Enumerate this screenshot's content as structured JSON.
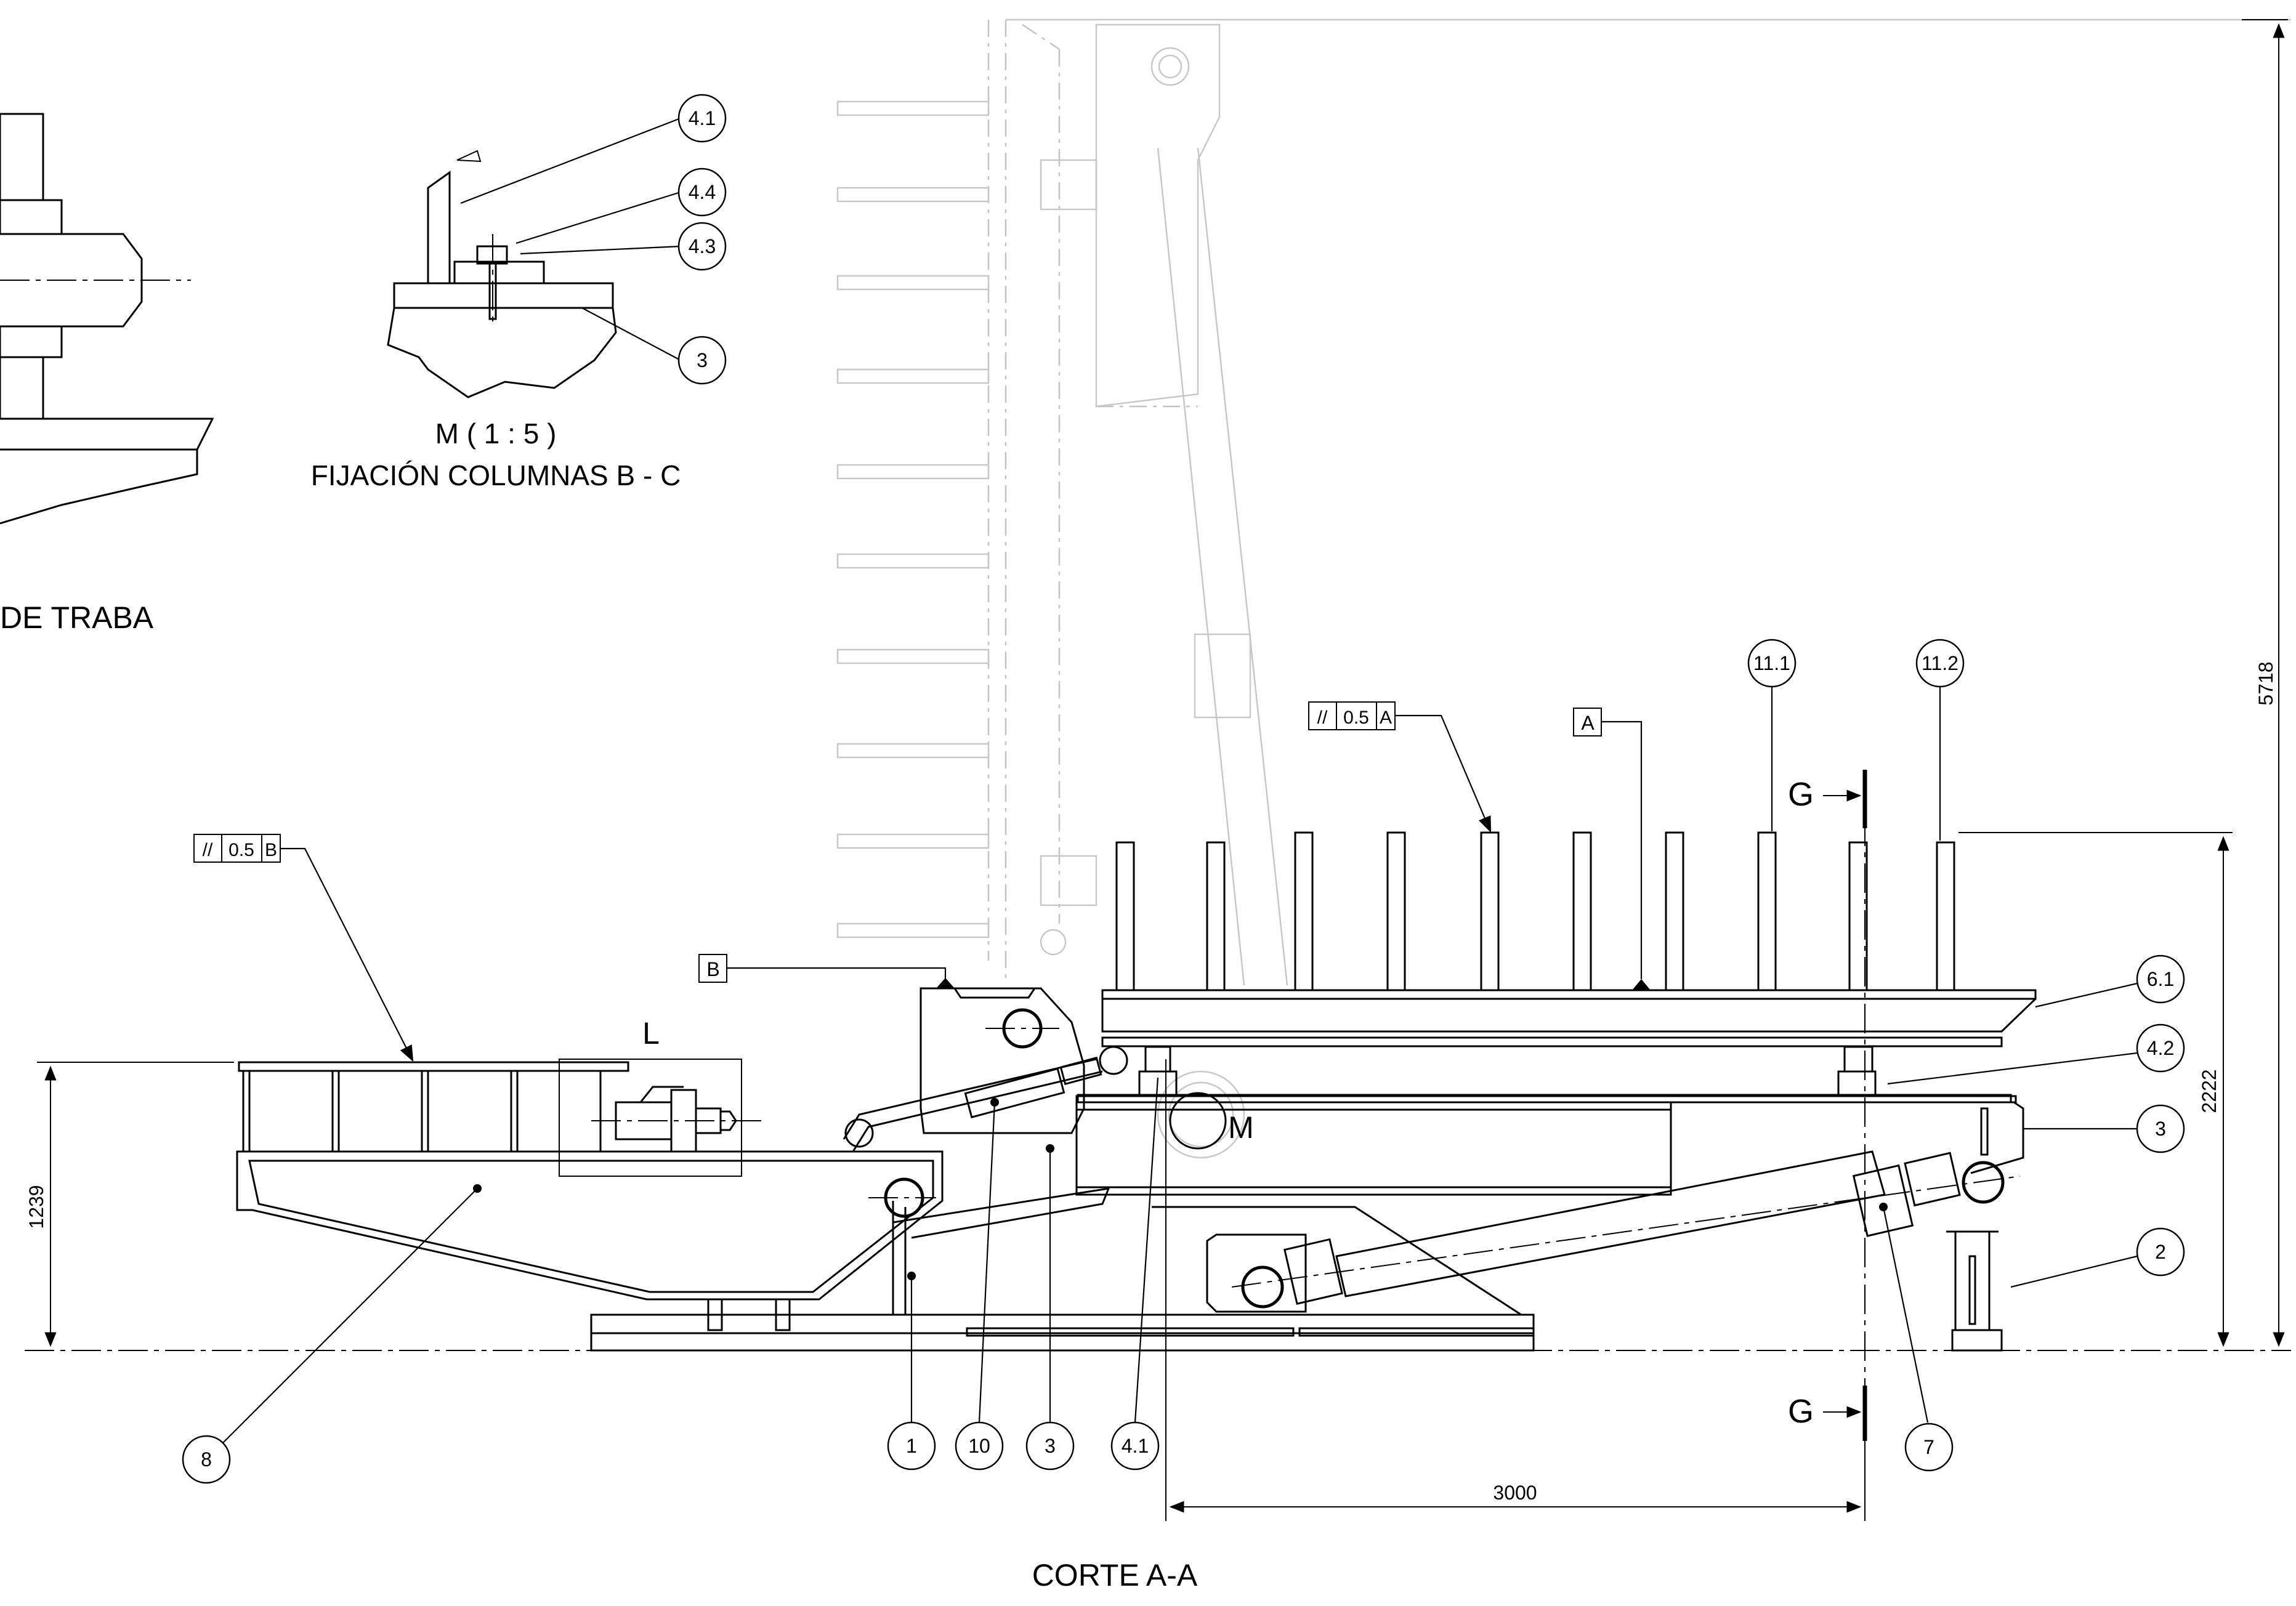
{
  "drawing": {
    "section_title": "CORTE A-A",
    "detail_m_scale": "M ( 1 : 5 )",
    "detail_m_title": "FIJACIÓN COLUMNAS B - C",
    "detail_left_title_fragment": "DE TRABA",
    "detail_l_label": "L",
    "detail_m_callout": "M",
    "section_marker_top": "G",
    "section_marker_bottom": "G"
  },
  "datums": {
    "a": "A",
    "b": "B"
  },
  "tolerances": {
    "frame_a": {
      "symbol": "//",
      "value": "0.5",
      "datum": "A"
    },
    "frame_b": {
      "symbol": "//",
      "value": "0.5",
      "datum": "B"
    }
  },
  "dimensions": {
    "total_height": "5718",
    "table_height": "2222",
    "left_height": "1239",
    "horizontal_span": "3000"
  },
  "balloons": {
    "detail_4_1": "4.1",
    "detail_4_4": "4.4",
    "detail_4_3": "4.3",
    "detail_3": "3",
    "b_11_1": "11.1",
    "b_11_2": "11.2",
    "b_6_1": "6.1",
    "b_4_2": "4.2",
    "b_3_right": "3",
    "b_2": "2",
    "b_7": "7",
    "b_8": "8",
    "b_1": "1",
    "b_10": "10",
    "b_3_bottom": "3",
    "b_4_1_bottom": "4.1"
  }
}
